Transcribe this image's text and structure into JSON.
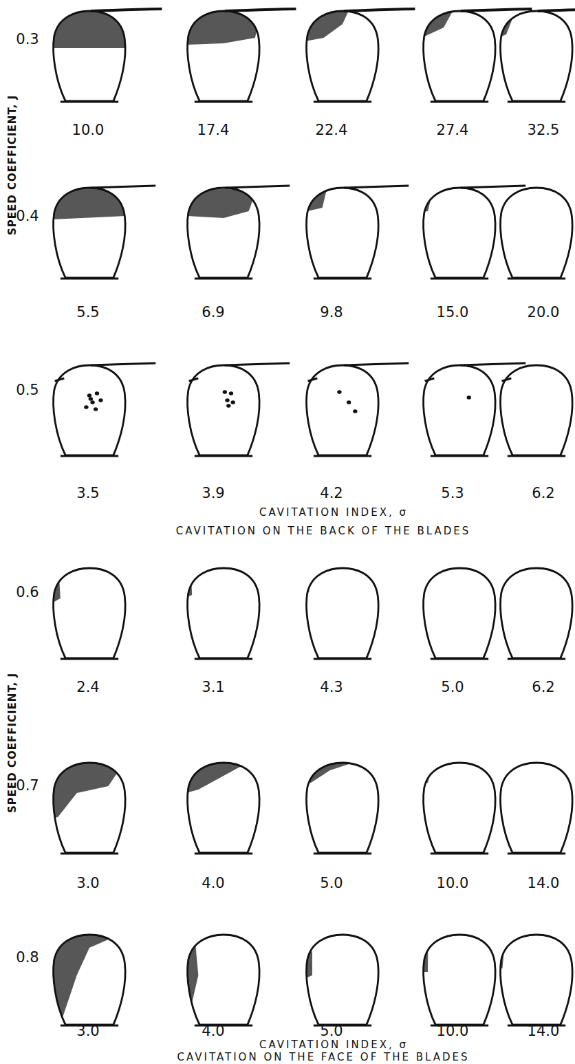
{
  "diagram": {
    "labels": [
      "SPEED COEFFICIENT, J",
      "0.3",
      "10.0",
      "17.4",
      "22.4",
      "27.4",
      "32.5",
      "0.4",
      "5.5",
      "6.9",
      "9.8",
      "15.0",
      "20.0",
      "0.5",
      "3.5",
      "3.9",
      "4.2",
      "5.3",
      "6.2",
      "CAVITATION INDEX, σ",
      "CAVITATION ON THE BACK OF THE BLADES",
      "0.6",
      "2.4",
      "3.1",
      "4.3",
      "5.0",
      "6.2",
      "SPEED COEFFICIENT, J",
      "0.7",
      "3.0",
      "4.0",
      "5.0",
      "10.0",
      "14.0",
      "0.8",
      "3.0",
      "4.0",
      "5.0",
      "10.0",
      "14.0",
      "CAVITATION INDEX, σ",
      "CAVITATION ON THE FACE OF THE BLADES"
    ]
  }
}
